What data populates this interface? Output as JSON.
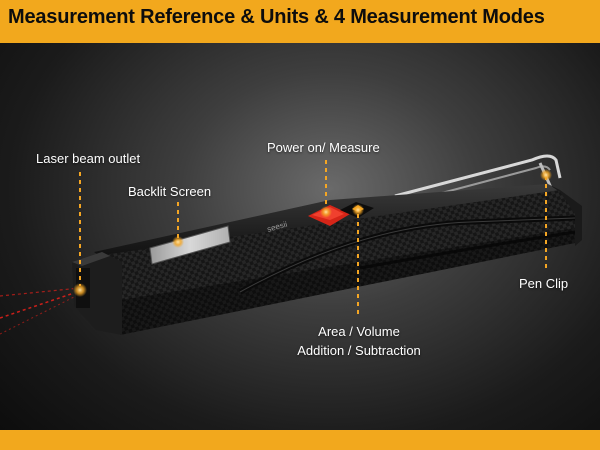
{
  "header": {
    "title": "Measurement Reference & Units & 4 Measurement Modes"
  },
  "callouts": {
    "laser": "Laser beam outlet",
    "screen": "Backlit Screen",
    "power": "Power on/ Measure",
    "clip": "Pen Clip",
    "mode_line1": "Area / Volume",
    "mode_line2": "Addition / Subtraction"
  },
  "device": {
    "brand_text": "seesii"
  },
  "colors": {
    "accent": "#f2a81d",
    "button_red": "#d62518",
    "laser_red": "#e0201a",
    "callout_dot": "#f5a623",
    "body_dark": "#141414"
  },
  "icons": {
    "power_button": "power-measure-button",
    "mode_button": "mode-button"
  }
}
